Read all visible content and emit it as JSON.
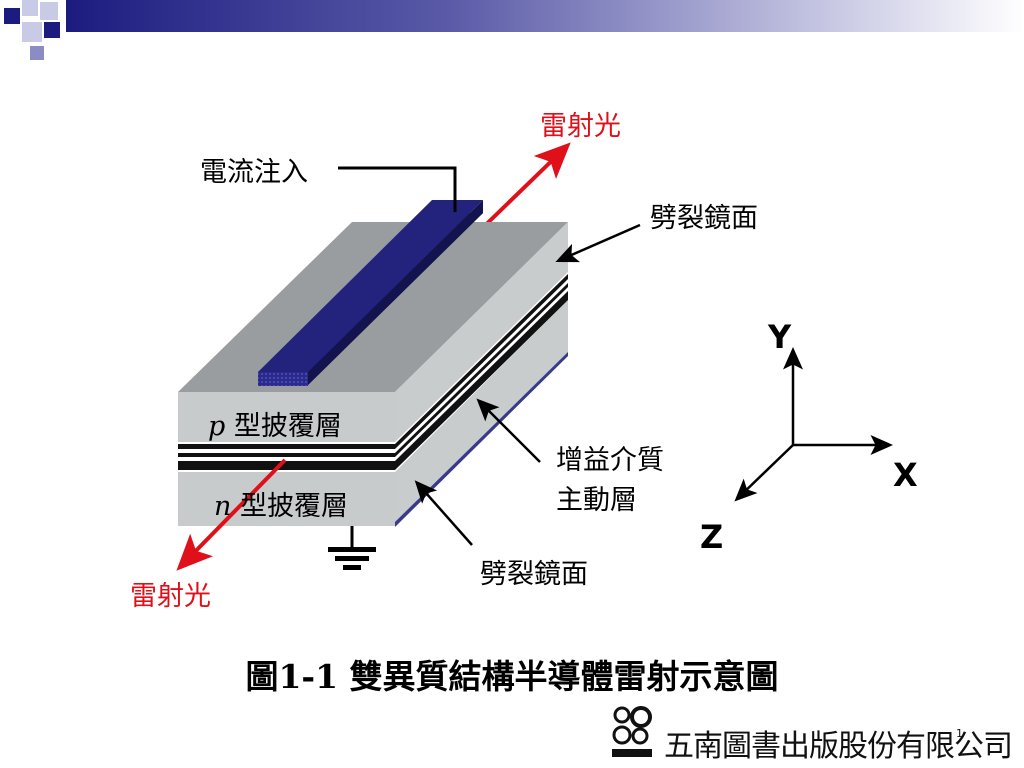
{
  "labels": {
    "laser_top": "雷射光",
    "laser_bottom": "雷射光",
    "current_injection": "電流注入",
    "cleaved_mirror_top": "劈裂鏡面",
    "cleaved_mirror_bottom": "劈裂鏡面",
    "p_italic": "p",
    "p_layer": "型披覆層",
    "n_italic": "n",
    "n_layer": "型披覆層",
    "gain_medium_line1": "增益介質",
    "gain_medium_line2": "主動層"
  },
  "axes": {
    "y": "Y",
    "x": "X",
    "z": "Z"
  },
  "caption": "圖1-1 雙異質結構半導體雷射示意圖",
  "publisher": {
    "name": "五南圖書出版股份有限公司",
    "page_number": "1"
  },
  "colors": {
    "laser": "#e0101a",
    "stripe": "#1c1c6e",
    "block_top": "#9a9d9f",
    "block_side": "#c9cccd",
    "active_layer": "#111111",
    "accent": "#2a2a8c"
  }
}
